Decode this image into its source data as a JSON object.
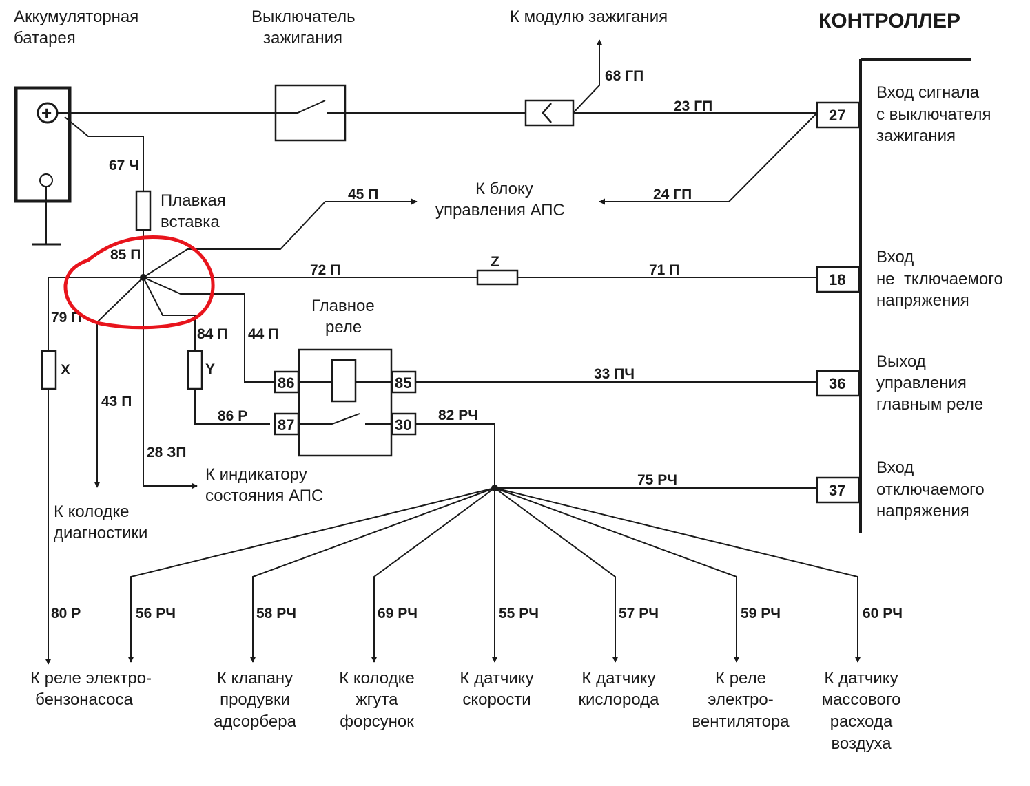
{
  "title": "КОНТРОЛЛЕР",
  "colors": {
    "ink": "#1a1a1a",
    "annotation": "#e8141c",
    "background": "#ffffff"
  },
  "components": {
    "battery": {
      "line1": "Аккумуляторная",
      "line2": "батарея",
      "plus": "+"
    },
    "ignition_switch": {
      "line1": "Выключатель",
      "line2": "зажигания"
    },
    "fuse_link": {
      "line1": "Плавкая",
      "line2": "вставка"
    },
    "main_relay": {
      "line1": "Главное",
      "line2": "реле",
      "pins": [
        "86",
        "85",
        "87",
        "30"
      ]
    },
    "fuse_x": "X",
    "fuse_y": "Y",
    "fuse_z": "Z"
  },
  "destinations": {
    "ignition_module": "К модулю зажигания",
    "aps_block": {
      "line1": "К блоку",
      "line2": "управления АПС"
    },
    "aps_indicator": {
      "line1": "К индикатору",
      "line2": "состояния АПС"
    },
    "diag_connector": {
      "line1": "К колодке",
      "line2": "диагностики"
    },
    "bottom": [
      {
        "lines": [
          "К реле электро-",
          "бензонасоса"
        ]
      },
      {
        "lines": [
          "К клапану",
          "продувки",
          "адсорбера"
        ]
      },
      {
        "lines": [
          "К колодке",
          "жгута",
          "форсунок"
        ]
      },
      {
        "lines": [
          "К датчику",
          "скорости"
        ]
      },
      {
        "lines": [
          "К датчику",
          "кислорода"
        ]
      },
      {
        "lines": [
          "К реле",
          "электро-",
          "вентилятора"
        ]
      },
      {
        "lines": [
          "К датчику",
          "массового",
          "расхода",
          "воздуха"
        ]
      }
    ]
  },
  "controller_pins": [
    {
      "pin": "27",
      "lines": [
        "Вход сигнала",
        "с выключателя",
        "зажигания"
      ]
    },
    {
      "pin": "18",
      "lines": [
        "Вход",
        "не  тключаемого",
        "напряжения"
      ]
    },
    {
      "pin": "36",
      "lines": [
        "Выход",
        "управления",
        "главным реле"
      ]
    },
    {
      "pin": "37",
      "lines": [
        "Вход",
        "отключаемого",
        "напряжения"
      ]
    }
  ],
  "wires": {
    "w67": "67 Ч",
    "w68": "68 ГП",
    "w23": "23 ГП",
    "w24": "24 ГП",
    "w45": "45 П",
    "w85": "85 П",
    "w72": "72 П",
    "w71": "71 П",
    "w79": "79 П",
    "w84": "84 П",
    "w44": "44 П",
    "w43": "43 П",
    "w28": "28 ЗП",
    "w86": "86 Р",
    "w33": "33 ПЧ",
    "w82": "82 РЧ",
    "w75": "75 РЧ",
    "w80": "80 Р",
    "w56": "56 РЧ",
    "w58": "58 РЧ",
    "w69": "69 РЧ",
    "w55": "55 РЧ",
    "w57": "57 РЧ",
    "w59": "59 РЧ",
    "w60": "60 РЧ"
  }
}
